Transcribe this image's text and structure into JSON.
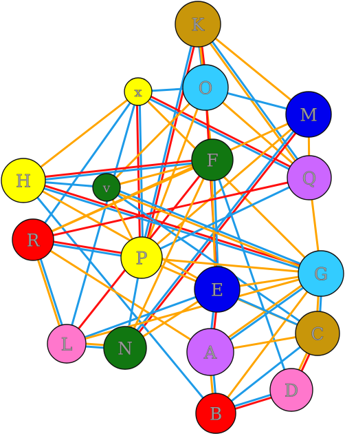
{
  "colors": {
    "orange": "#FFA500",
    "blue": "#1E9BE8",
    "red": "#FF1010",
    "ring": "#111111"
  },
  "nodes": [
    {
      "id": "K",
      "label": "K",
      "color": "#C8960A"
    },
    {
      "id": "O",
      "label": "O",
      "color": "#33CCFF"
    },
    {
      "id": "x",
      "label": "x",
      "color": "#FFFF00"
    },
    {
      "id": "M",
      "label": "M",
      "color": "#0000EE"
    },
    {
      "id": "F",
      "label": "F",
      "color": "#117711"
    },
    {
      "id": "H",
      "label": "H",
      "color": "#FFFF00"
    },
    {
      "id": "Q",
      "label": "Q",
      "color": "#CC66FF"
    },
    {
      "id": "v",
      "label": "v",
      "color": "#117711"
    },
    {
      "id": "R",
      "label": "R",
      "color": "#FF0000"
    },
    {
      "id": "P",
      "label": "P",
      "color": "#FFFF00"
    },
    {
      "id": "G",
      "label": "G",
      "color": "#33CCFF"
    },
    {
      "id": "E",
      "label": "E",
      "color": "#0000EE"
    },
    {
      "id": "C",
      "label": "C",
      "color": "#C8960A"
    },
    {
      "id": "L",
      "label": "L",
      "color": "#FF77CC"
    },
    {
      "id": "N",
      "label": "N",
      "color": "#117711"
    },
    {
      "id": "A",
      "label": "A",
      "color": "#CC66FF"
    },
    {
      "id": "D",
      "label": "D",
      "color": "#FF77CC"
    },
    {
      "id": "B",
      "label": "B",
      "color": "#FF0000"
    }
  ],
  "edges": [
    {
      "from": "K",
      "to": "O",
      "colors": [
        "red",
        "blue"
      ]
    },
    {
      "from": "K",
      "to": "M",
      "colors": [
        "orange"
      ]
    },
    {
      "from": "K",
      "to": "Q",
      "colors": [
        "blue",
        "orange"
      ]
    },
    {
      "from": "K",
      "to": "F",
      "colors": [
        "orange"
      ]
    },
    {
      "from": "K",
      "to": "P",
      "colors": [
        "red",
        "blue"
      ]
    },
    {
      "from": "x",
      "to": "O",
      "colors": [
        "blue"
      ]
    },
    {
      "from": "x",
      "to": "Q",
      "colors": [
        "red",
        "blue"
      ]
    },
    {
      "from": "x",
      "to": "H",
      "colors": [
        "orange"
      ]
    },
    {
      "from": "x",
      "to": "P",
      "colors": [
        "blue",
        "red"
      ]
    },
    {
      "from": "x",
      "to": "L",
      "colors": [
        "blue"
      ]
    },
    {
      "from": "x",
      "to": "R",
      "colors": [
        "blue"
      ]
    },
    {
      "from": "x",
      "to": "G",
      "colors": [
        "orange"
      ]
    },
    {
      "from": "O",
      "to": "M",
      "colors": [
        "blue"
      ]
    },
    {
      "from": "O",
      "to": "Q",
      "colors": [
        "orange"
      ]
    },
    {
      "from": "O",
      "to": "E",
      "colors": [
        "red"
      ]
    },
    {
      "from": "O",
      "to": "P",
      "colors": [
        "orange"
      ]
    },
    {
      "from": "O",
      "to": "v",
      "colors": [
        "orange"
      ]
    },
    {
      "from": "M",
      "to": "Q",
      "colors": [
        "orange"
      ]
    },
    {
      "from": "M",
      "to": "P",
      "colors": [
        "orange"
      ]
    },
    {
      "from": "M",
      "to": "N",
      "colors": [
        "red",
        "blue"
      ]
    },
    {
      "from": "M",
      "to": "R",
      "colors": [
        "orange"
      ]
    },
    {
      "from": "H",
      "to": "F",
      "colors": [
        "red",
        "blue"
      ]
    },
    {
      "from": "H",
      "to": "G",
      "colors": [
        "red",
        "blue"
      ]
    },
    {
      "from": "H",
      "to": "E",
      "colors": [
        "orange"
      ]
    },
    {
      "from": "H",
      "to": "B",
      "colors": [
        "blue"
      ]
    },
    {
      "from": "H",
      "to": "v",
      "colors": [
        "blue"
      ]
    },
    {
      "from": "F",
      "to": "v",
      "colors": [
        "orange"
      ]
    },
    {
      "from": "F",
      "to": "E",
      "colors": [
        "blue",
        "orange"
      ]
    },
    {
      "from": "F",
      "to": "D",
      "colors": [
        "blue"
      ]
    },
    {
      "from": "F",
      "to": "L",
      "colors": [
        "red"
      ]
    },
    {
      "from": "Q",
      "to": "R",
      "colors": [
        "red"
      ]
    },
    {
      "from": "Q",
      "to": "G",
      "colors": [
        "orange"
      ]
    },
    {
      "from": "Q",
      "to": "P",
      "colors": [
        "blue"
      ]
    },
    {
      "from": "v",
      "to": "G",
      "colors": [
        "blue",
        "orange"
      ]
    },
    {
      "from": "v",
      "to": "C",
      "colors": [
        "blue"
      ]
    },
    {
      "from": "v",
      "to": "P",
      "colors": [
        "orange"
      ]
    },
    {
      "from": "R",
      "to": "P",
      "colors": [
        "red",
        "blue"
      ]
    },
    {
      "from": "R",
      "to": "F",
      "colors": [
        "orange"
      ]
    },
    {
      "from": "R",
      "to": "L",
      "colors": [
        "blue",
        "orange"
      ]
    },
    {
      "from": "R",
      "to": "A",
      "colors": [
        "orange"
      ]
    },
    {
      "from": "P",
      "to": "N",
      "colors": [
        "blue"
      ]
    },
    {
      "from": "P",
      "to": "G",
      "colors": [
        "orange"
      ]
    },
    {
      "from": "P",
      "to": "C",
      "colors": [
        "orange"
      ]
    },
    {
      "from": "G",
      "to": "E",
      "colors": [
        "orange"
      ]
    },
    {
      "from": "G",
      "to": "A",
      "colors": [
        "blue",
        "orange"
      ]
    },
    {
      "from": "G",
      "to": "C",
      "colors": [
        "blue",
        "orange"
      ]
    },
    {
      "from": "G",
      "to": "B",
      "colors": [
        "orange"
      ]
    },
    {
      "from": "E",
      "to": "A",
      "colors": [
        "red",
        "blue"
      ]
    },
    {
      "from": "E",
      "to": "C",
      "colors": [
        "blue"
      ]
    },
    {
      "from": "E",
      "to": "N",
      "colors": [
        "orange"
      ]
    },
    {
      "from": "E",
      "to": "L",
      "colors": [
        "blue"
      ]
    },
    {
      "from": "C",
      "to": "D",
      "colors": [
        "red",
        "orange"
      ]
    },
    {
      "from": "C",
      "to": "A",
      "colors": [
        "orange"
      ]
    },
    {
      "from": "C",
      "to": "B",
      "colors": [
        "blue"
      ]
    },
    {
      "from": "L",
      "to": "N",
      "colors": [
        "orange",
        "blue"
      ]
    },
    {
      "from": "L",
      "to": "G",
      "colors": [
        "orange"
      ]
    },
    {
      "from": "A",
      "to": "B",
      "colors": [
        "blue",
        "orange"
      ]
    },
    {
      "from": "D",
      "to": "B",
      "colors": [
        "red",
        "blue"
      ]
    },
    {
      "from": "N",
      "to": "F",
      "colors": [
        "orange"
      ]
    }
  ]
}
